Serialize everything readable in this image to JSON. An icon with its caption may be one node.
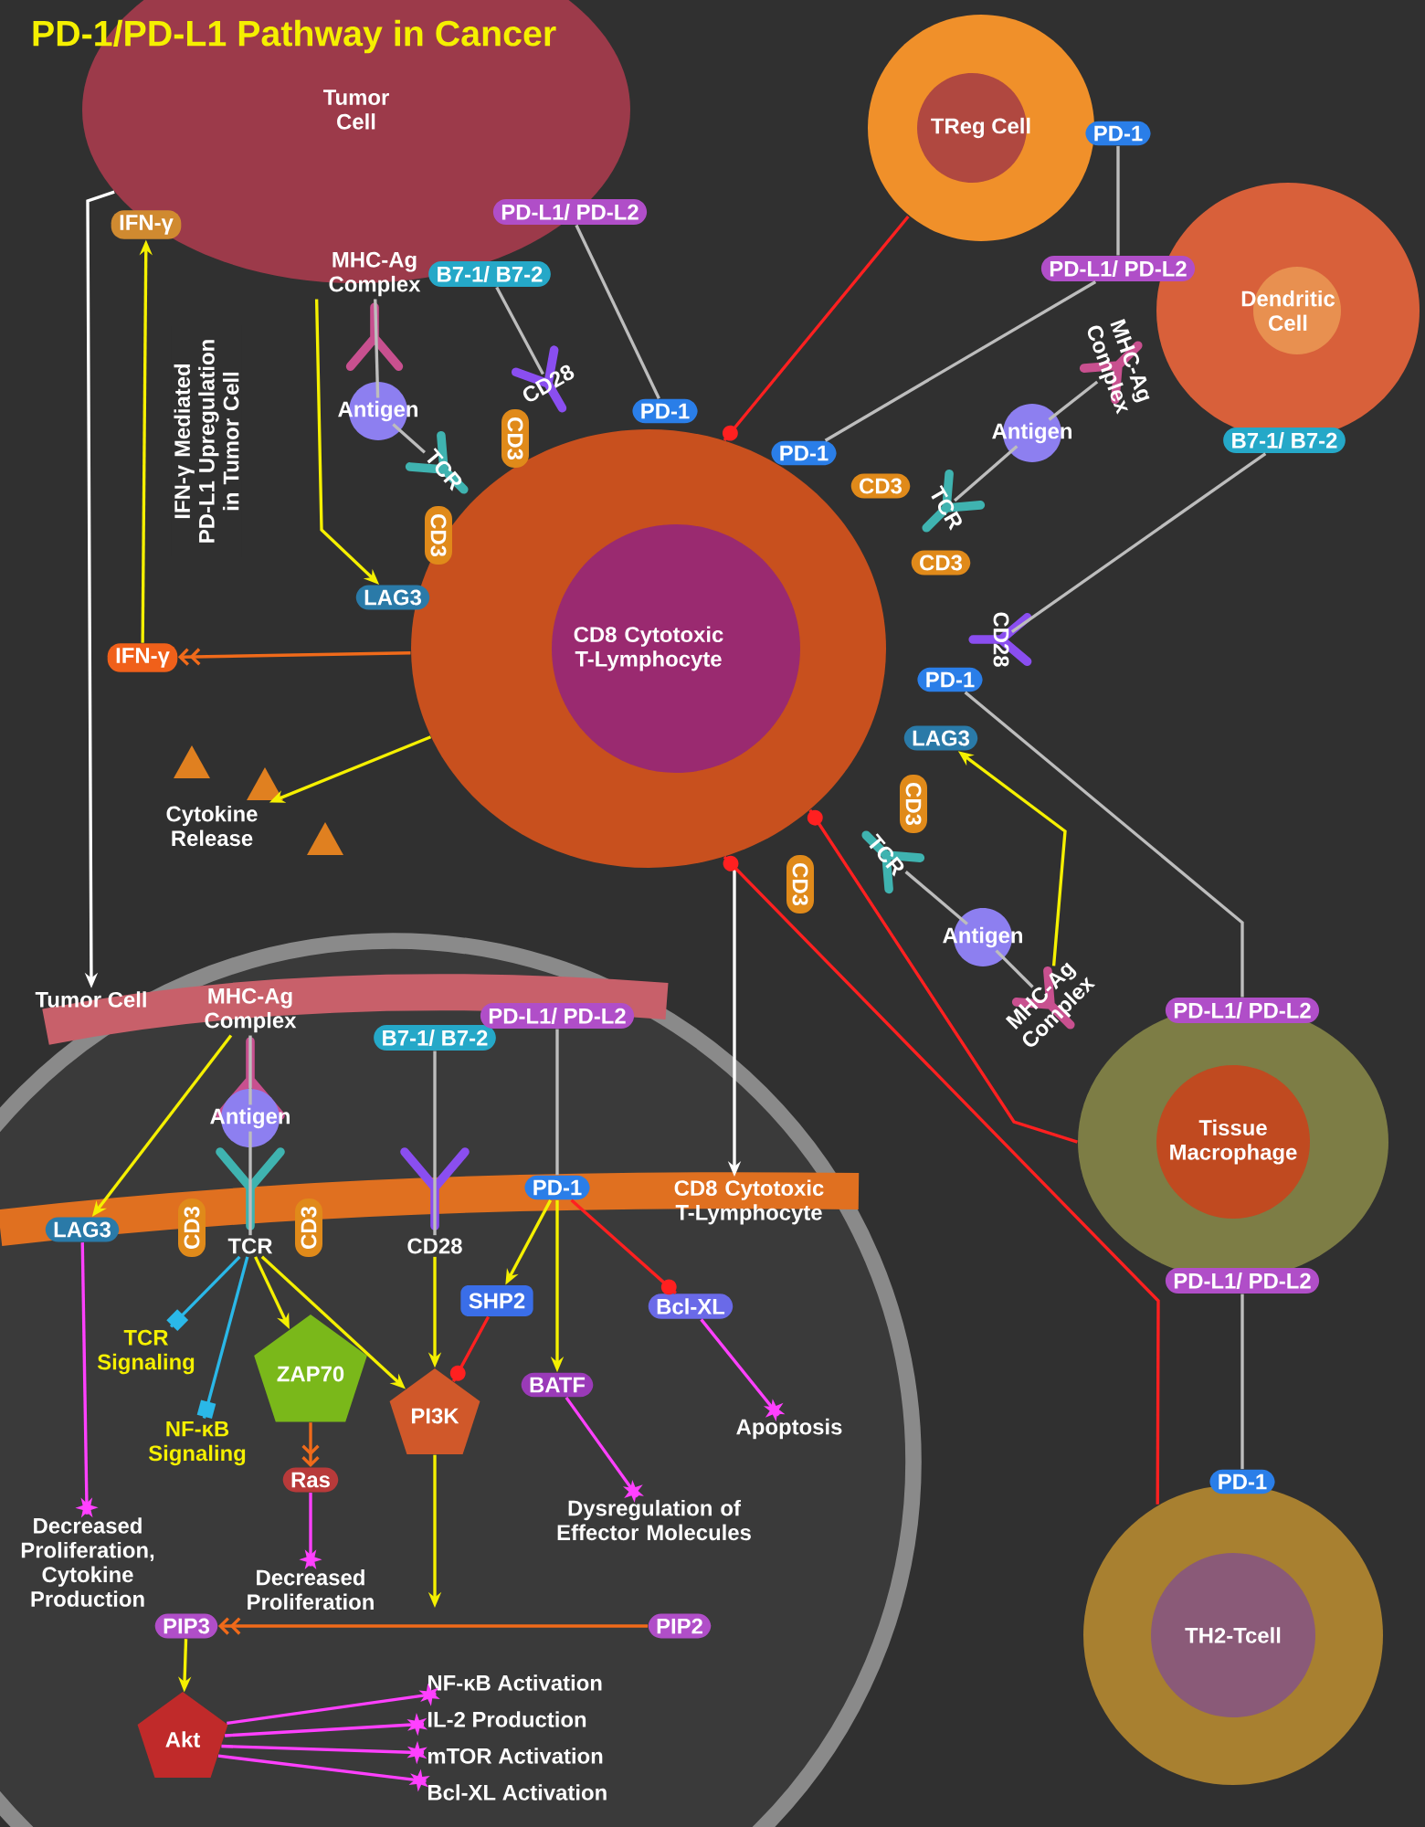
{
  "diagram": {
    "title": "PD-1/PD-L1 Pathway in Cancer",
    "nodes": [
      {
        "text": [
          "Tumor Cell"
        ]
      },
      {
        "text": [
          "PD-L1/ PD-L2"
        ]
      },
      {
        "text": [
          "B7-1/ B7-2"
        ]
      },
      {
        "text": [
          "MHC-Ag Complex"
        ]
      },
      {
        "text": [
          "Antigen"
        ]
      },
      {
        "text": [
          "TCR"
        ]
      },
      {
        "text": [
          "CD3"
        ]
      },
      {
        "text": [
          "CD3"
        ]
      },
      {
        "text": [
          "CD28"
        ]
      },
      {
        "text": [
          "PD-1"
        ]
      },
      {
        "text": [
          "LAG3"
        ]
      },
      {
        "text": [
          "CD8 Cytotoxic T-Lymphocyte"
        ]
      },
      {
        "text": [
          "IFN-γ"
        ]
      },
      {
        "text": [
          "IFN-γ"
        ]
      },
      {
        "text": [
          "Cytokine Release"
        ]
      },
      {
        "text": [
          "TReg Cell"
        ]
      },
      {
        "text": [
          "PD-1"
        ]
      },
      {
        "text": [
          "Dendritic Cell"
        ]
      },
      {
        "text": [
          "PD-L1/ PD-L2"
        ]
      },
      {
        "text": [
          "MHC-Ag Complex"
        ]
      },
      {
        "text": [
          "Antigen"
        ]
      },
      {
        "text": [
          "B7-1/ B7-2"
        ]
      },
      {
        "text": [
          "PD-1"
        ]
      },
      {
        "text": [
          "CD3"
        ]
      },
      {
        "text": [
          "TCR"
        ]
      },
      {
        "text": [
          "CD3"
        ]
      },
      {
        "text": [
          "CD28"
        ]
      },
      {
        "text": [
          "PD-1"
        ]
      },
      {
        "text": [
          "LAG3"
        ]
      },
      {
        "text": [
          "CD3"
        ]
      },
      {
        "text": [
          "TCR"
        ]
      },
      {
        "text": [
          "CD3"
        ]
      },
      {
        "text": [
          "Antigen"
        ]
      },
      {
        "text": [
          "MHC-Ag Complex"
        ]
      },
      {
        "text": [
          "PD-L1/ PD-L2"
        ]
      },
      {
        "text": [
          "Tissue Macrophage"
        ]
      },
      {
        "text": [
          "PD-L1/ PD-L2"
        ]
      },
      {
        "text": [
          "PD-1"
        ]
      },
      {
        "text": [
          "TH2-Tcell"
        ]
      },
      {
        "text": [
          "Tumor Cell"
        ]
      },
      {
        "text": [
          "CD8 Cytotoxic T-Lymphocyte"
        ]
      },
      {
        "text": [
          "MHC-Ag Complex"
        ]
      },
      {
        "text": [
          "Antigen"
        ]
      },
      {
        "text": [
          "B7-1/ B7-2"
        ]
      },
      {
        "text": [
          "PD-L1/ PD-L2"
        ]
      },
      {
        "text": [
          "TCR"
        ]
      },
      {
        "text": [
          "CD3"
        ]
      },
      {
        "text": [
          "CD3"
        ]
      },
      {
        "text": [
          "CD28"
        ]
      },
      {
        "text": [
          "PD-1"
        ]
      },
      {
        "text": [
          "LAG3"
        ]
      },
      {
        "text": [
          "TCR Signaling"
        ]
      },
      {
        "text": [
          "NF-κB Signaling"
        ]
      },
      {
        "text": [
          "ZAP70"
        ]
      },
      {
        "text": [
          "PI3K"
        ]
      },
      {
        "text": [
          "SHP2"
        ]
      },
      {
        "text": [
          "BATF"
        ]
      },
      {
        "text": [
          "Bcl-XL"
        ]
      },
      {
        "text": [
          "Ras"
        ]
      },
      {
        "text": [
          "Decreased Proliferation, Cytokine Production"
        ]
      },
      {
        "text": [
          "Decreased Proliferation"
        ]
      },
      {
        "text": [
          "Dysregulation of Effector Molecules"
        ]
      },
      {
        "text": [
          "Apoptosis"
        ]
      },
      {
        "text": [
          "PIP3"
        ]
      },
      {
        "text": [
          "PIP2"
        ]
      },
      {
        "text": [
          "Akt"
        ]
      },
      {
        "text": [
          "NF-κB Activation"
        ]
      },
      {
        "text": [
          "IL-2 Production"
        ]
      },
      {
        "text": [
          "mTOR Activation"
        ]
      },
      {
        "text": [
          "Bcl-XL Activation"
        ]
      }
    ],
    "edges": [
      {
        "from": 1,
        "to": 9,
        "arrow": "none"
      },
      {
        "from": 2,
        "to": 8,
        "arrow": "none"
      },
      {
        "from": 3,
        "to": 4,
        "arrow": "none"
      },
      {
        "from": 4,
        "to": 5,
        "arrow": "none"
      },
      {
        "from": 3,
        "to": 10,
        "arrow": "to",
        "color": "#f5f000"
      },
      {
        "from": 11,
        "to": 13,
        "arrow": "to",
        "color": "#f06a1a"
      },
      {
        "from": 13,
        "to": 12,
        "arrow": "to",
        "color": "#f5f000",
        "label": "IFN-γ Mediated PD-L1 Upregulation in Tumor Cell"
      },
      {
        "from": 11,
        "to": 14,
        "arrow": "to",
        "color": "#f5f000"
      },
      {
        "from": 0,
        "to": 39,
        "arrow": "to",
        "color": "#ffffff"
      },
      {
        "from": 11,
        "to": 40,
        "arrow": "to",
        "color": "#ffffff"
      },
      {
        "from": 15,
        "to": 11,
        "arrow": "other",
        "color": "#ff2020"
      },
      {
        "from": 16,
        "to": 18,
        "arrow": "none"
      },
      {
        "from": 18,
        "to": 22,
        "arrow": "none"
      },
      {
        "from": 19,
        "to": 20,
        "arrow": "none"
      },
      {
        "from": 20,
        "to": 24,
        "arrow": "none"
      },
      {
        "from": 21,
        "to": 26,
        "arrow": "none"
      },
      {
        "from": 27,
        "to": 34,
        "arrow": "none"
      },
      {
        "from": 33,
        "to": 28,
        "arrow": "to",
        "color": "#f5f000"
      },
      {
        "from": 33,
        "to": 32,
        "arrow": "none"
      },
      {
        "from": 32,
        "to": 30,
        "arrow": "none"
      },
      {
        "from": 35,
        "to": 11,
        "arrow": "other",
        "color": "#ff2020"
      },
      {
        "from": 38,
        "to": 11,
        "arrow": "other",
        "color": "#ff2020"
      },
      {
        "from": 36,
        "to": 37,
        "arrow": "none"
      },
      {
        "from": 41,
        "to": 42,
        "arrow": "none"
      },
      {
        "from": 42,
        "to": 45,
        "arrow": "none"
      },
      {
        "from": 41,
        "to": 50,
        "arrow": "to",
        "color": "#f5f000"
      },
      {
        "from": 43,
        "to": 48,
        "arrow": "none"
      },
      {
        "from": 44,
        "to": 49,
        "arrow": "none"
      },
      {
        "from": 50,
        "to": 59,
        "arrow": "other",
        "color": "#ff40ff"
      },
      {
        "from": 45,
        "to": 51,
        "arrow": "other",
        "color": "#2ab8e8"
      },
      {
        "from": 45,
        "to": 52,
        "arrow": "other",
        "color": "#2ab8e8"
      },
      {
        "from": 45,
        "to": 53,
        "arrow": "to",
        "color": "#f5f000"
      },
      {
        "from": 45,
        "to": 54,
        "arrow": "to",
        "color": "#f5f000"
      },
      {
        "from": 48,
        "to": 54,
        "arrow": "to",
        "color": "#f5f000"
      },
      {
        "from": 55,
        "to": 54,
        "arrow": "other",
        "color": "#ff2020"
      },
      {
        "from": 49,
        "to": 55,
        "arrow": "to",
        "color": "#f5f000"
      },
      {
        "from": 49,
        "to": 56,
        "arrow": "to",
        "color": "#f5f000"
      },
      {
        "from": 49,
        "to": 57,
        "arrow": "other",
        "color": "#ff2020"
      },
      {
        "from": 53,
        "to": 58,
        "arrow": "to",
        "color": "#f06a1a"
      },
      {
        "from": 58,
        "to": 60,
        "arrow": "other",
        "color": "#ff40ff"
      },
      {
        "from": 56,
        "to": 61,
        "arrow": "other",
        "color": "#ff40ff"
      },
      {
        "from": 57,
        "to": 62,
        "arrow": "other",
        "color": "#ff40ff"
      },
      {
        "from": 54,
        "to": null,
        "arrow": "to",
        "color": "#f5f000"
      },
      {
        "from": 64,
        "to": 63,
        "arrow": "to",
        "color": "#f06a1a"
      },
      {
        "from": 63,
        "to": 65,
        "arrow": "to",
        "color": "#f5f000"
      },
      {
        "from": 65,
        "to": 66,
        "arrow": "other",
        "color": "#ff40ff"
      },
      {
        "from": 65,
        "to": 67,
        "arrow": "other",
        "color": "#ff40ff"
      },
      {
        "from": 65,
        "to": 68,
        "arrow": "other",
        "color": "#ff40ff"
      },
      {
        "from": 65,
        "to": 69,
        "arrow": "other",
        "color": "#ff40ff"
      }
    ]
  }
}
